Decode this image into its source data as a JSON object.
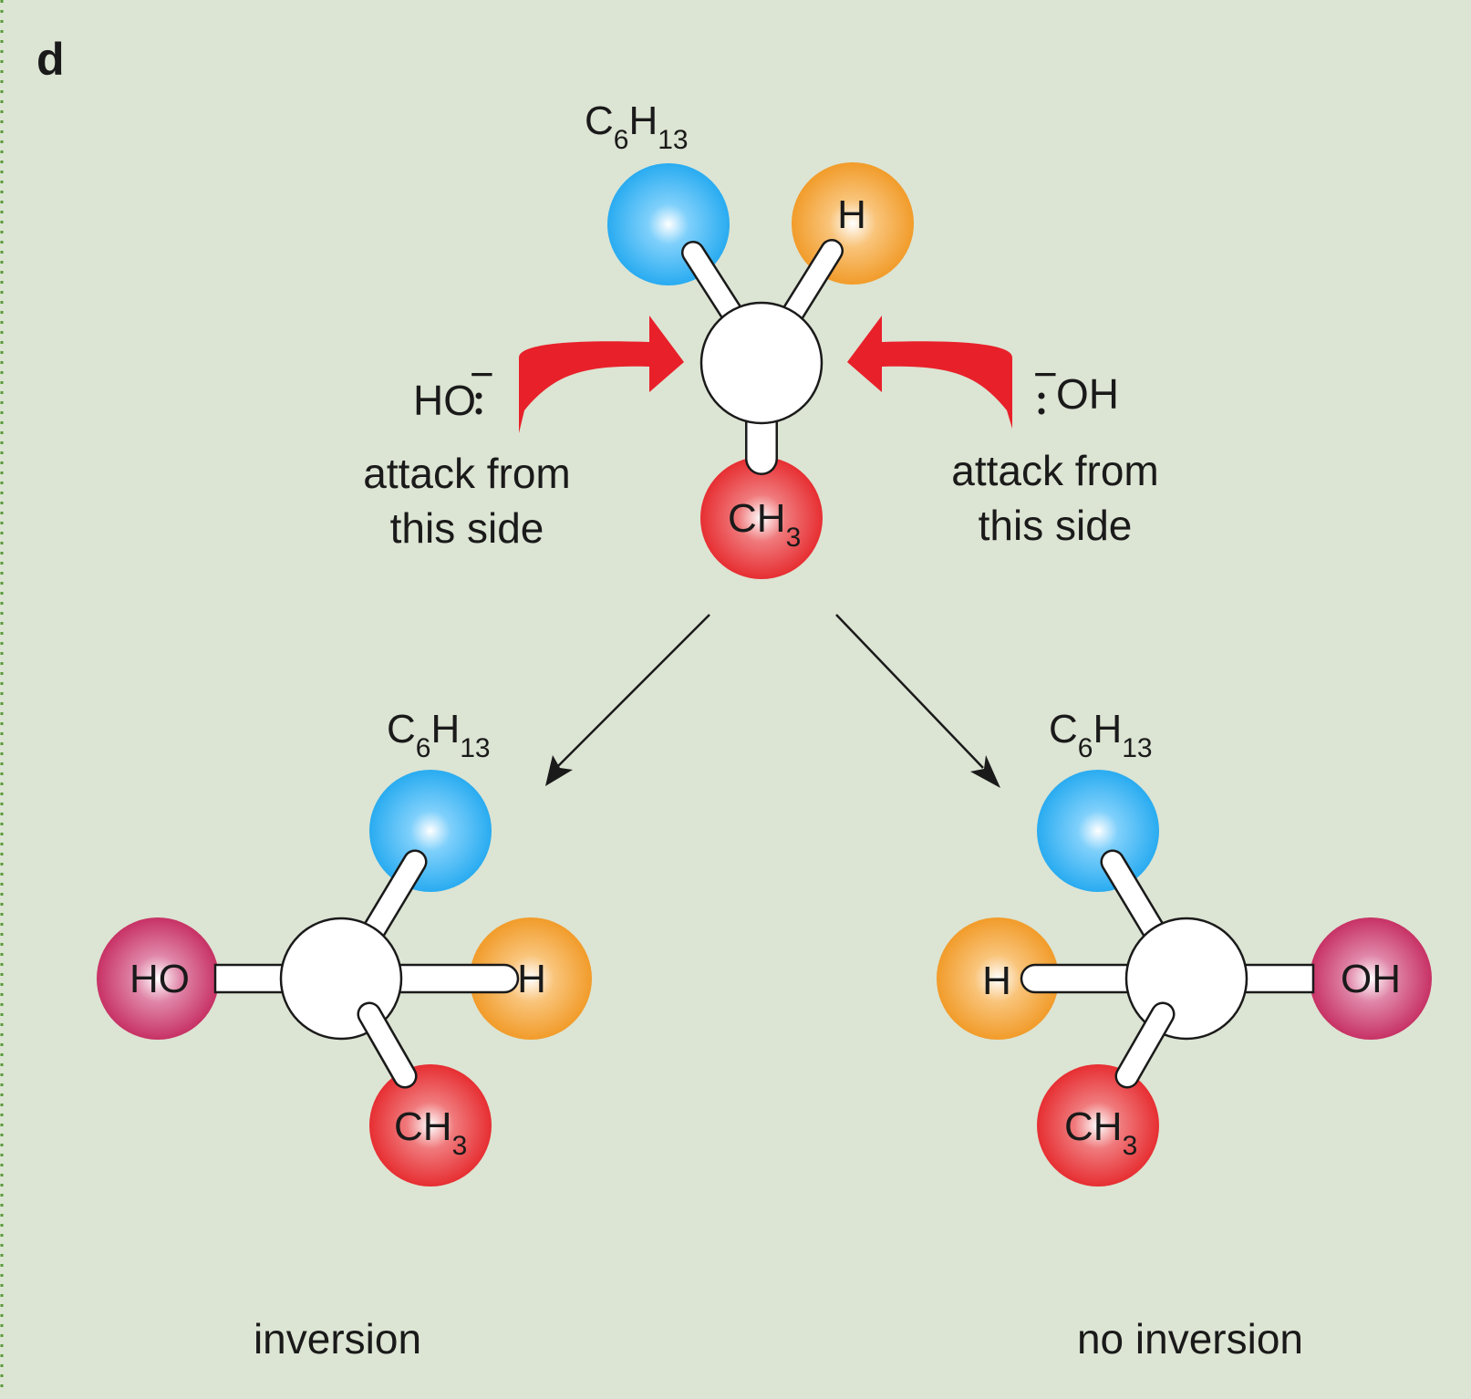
{
  "panel_label": "d",
  "colors": {
    "background": "#dce4d3",
    "border_dots": "#5a9a3a",
    "hexyl": "#22aaf0",
    "hydrogen": "#f2981f",
    "methyl": "#e8262a",
    "hydroxyl": "#c8285e",
    "attack_arrow": "#e8202a",
    "bond": "#ffffff"
  },
  "top": {
    "hexyl": {
      "base": "C",
      "sub1": "6",
      "mid": "H",
      "sub2": "13"
    },
    "hydrogen": "H",
    "methyl": {
      "base": "CH",
      "sub": "3"
    },
    "left_nucleophile": {
      "text": "HO",
      "mark": "−"
    },
    "right_nucleophile": {
      "text": "OH",
      "mark": "−"
    },
    "left_caption": {
      "line1": "attack from",
      "line2": "this side"
    },
    "right_caption": {
      "line1": "attack from",
      "line2": "this side"
    }
  },
  "left_product": {
    "hexyl": {
      "base": "C",
      "sub1": "6",
      "mid": "H",
      "sub2": "13"
    },
    "hydroxyl": "HO",
    "hydrogen": "H",
    "methyl": {
      "base": "CH",
      "sub": "3"
    },
    "caption": "inversion"
  },
  "right_product": {
    "hexyl": {
      "base": "C",
      "sub1": "6",
      "mid": "H",
      "sub2": "13"
    },
    "hydroxyl": "OH",
    "hydrogen": "H",
    "methyl": {
      "base": "CH",
      "sub": "3"
    },
    "caption": "no inversion"
  }
}
